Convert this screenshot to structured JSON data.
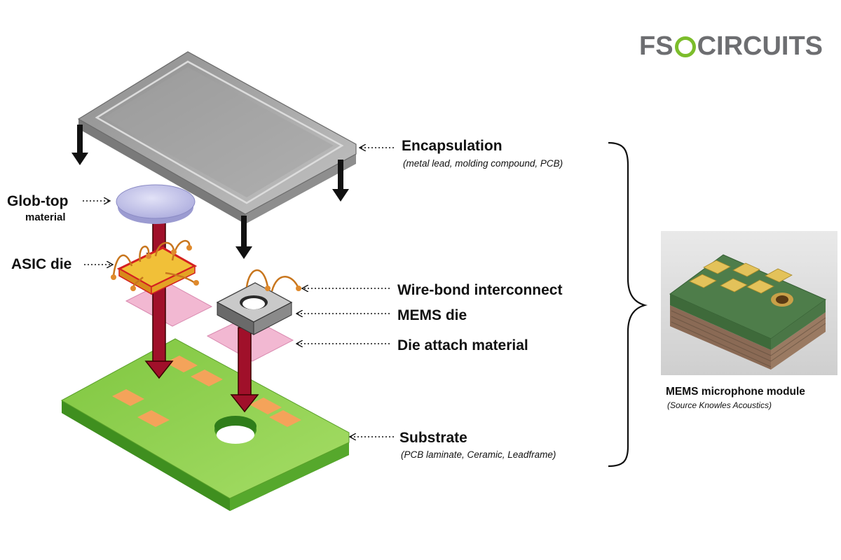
{
  "logo": {
    "brand_left": "FS",
    "brand_right": "CIRCUITS",
    "colors": {
      "gray": "#6d6e71",
      "green": "#7cbd2b"
    }
  },
  "labels": {
    "encapsulation": "Encapsulation",
    "encapsulation_sub": "(metal lead, molding compound, PCB)",
    "glob_top_line1": "Glob-top",
    "glob_top_line2": "material",
    "asic_die": "ASIC die",
    "wire_bond": "Wire-bond interconnect",
    "mems_die": "MEMS die",
    "die_attach": "Die attach material",
    "substrate": "Substrate",
    "substrate_sub": "(PCB laminate, Ceramic, Leadframe)"
  },
  "photo": {
    "caption": "MEMS microphone module",
    "source": "(Source Knowles Acoustics)"
  },
  "colors": {
    "substrate_green": "#8fd14f",
    "pad_orange": "#f4a35a",
    "arrow_red": "#a0102a",
    "lid_gray": "#9a9a9a",
    "pink_attach": "#f2b8d2",
    "glob_lavender": "#c9c9ec",
    "wire_orange": "#d9822b"
  }
}
